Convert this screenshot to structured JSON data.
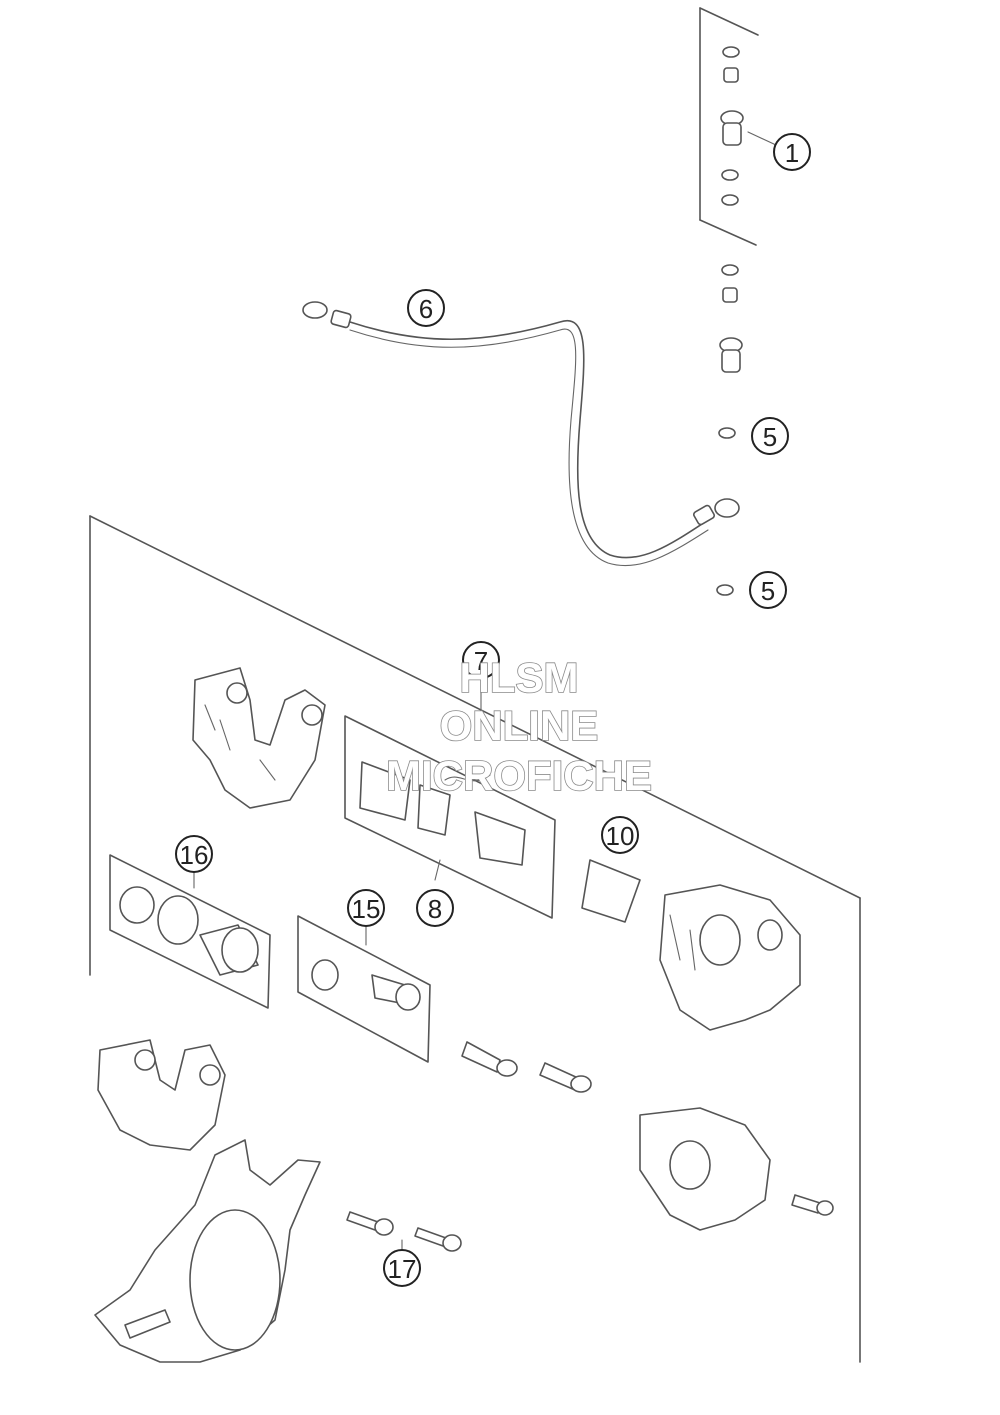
{
  "callouts": {
    "c1": "1",
    "c5a": "5",
    "c5b": "5",
    "c6": "6",
    "c7": "7",
    "c8": "8",
    "c10": "10",
    "c15": "15",
    "c16": "16",
    "c17": "17"
  },
  "watermark": {
    "line1": "HLSM",
    "line2": "ONLINE",
    "line3": "MICROFICHE"
  }
}
